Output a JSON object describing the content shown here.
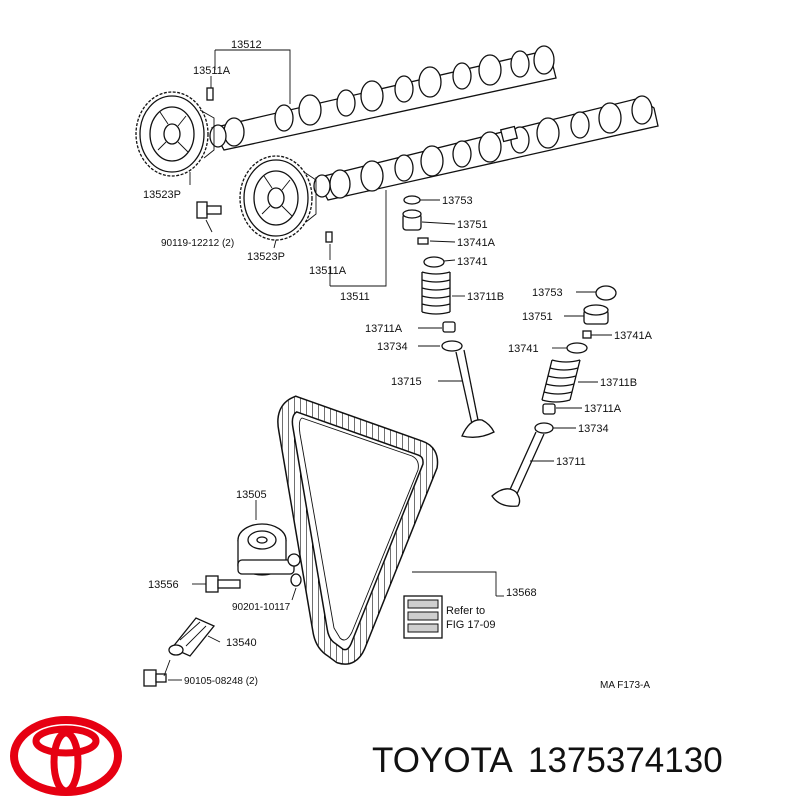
{
  "labels": {
    "l13512": "13512",
    "l13511A_top": "13511A",
    "l13523P_top": "13523P",
    "l90119": "90119-12212 (2)",
    "l13523P_bot": "13523P",
    "l13511A_bot": "13511A",
    "l13511": "13511",
    "l13753_a": "13753",
    "l13751_a": "13751",
    "l13741A_a": "13741A",
    "l13741_a": "13741",
    "l13711B_a": "13711B",
    "l13711A_a": "13711A",
    "l13734_a": "13734",
    "l13715": "13715",
    "l13753_b": "13753",
    "l13751_b": "13751",
    "l13741A_b": "13741A",
    "l13741_b": "13741",
    "l13711B_b": "13711B",
    "l13711A_b": "13711A",
    "l13734_b": "13734",
    "l13711": "13711",
    "l13505": "13505",
    "l13556": "13556",
    "l90201": "90201-10117",
    "l13540": "13540",
    "l90105": "90105-08248 (2)",
    "l13568": "13568",
    "refer_line1": "Refer to",
    "refer_line2": "FIG 17-09",
    "figure_code": "MA F173-A"
  },
  "footer": {
    "brand": "TOYOTA",
    "part_number": "1375374130"
  },
  "colors": {
    "logo": "#e60012",
    "ink": "#111111"
  }
}
